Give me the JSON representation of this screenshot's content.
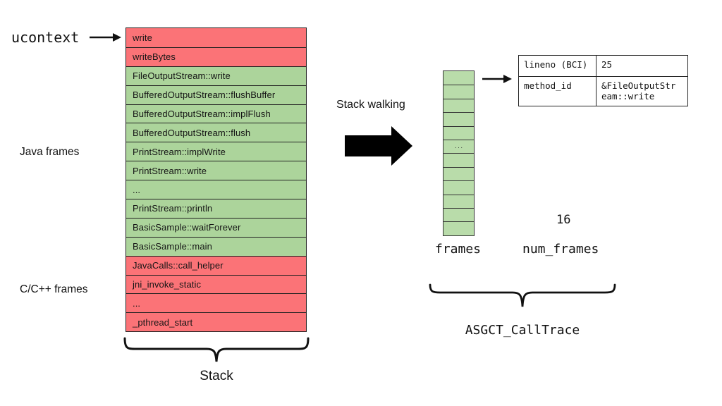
{
  "diagram": {
    "ucontext_label": "ucontext",
    "java_frames_label": "Java frames",
    "cpp_frames_label": "C/C++ frames",
    "stack_walking_label": "Stack walking",
    "stack_brace_label": "Stack",
    "stack_rows": [
      {
        "label": "write",
        "type": "native"
      },
      {
        "label": "writeBytes",
        "type": "native"
      },
      {
        "label": "FileOutputStream::write",
        "type": "java"
      },
      {
        "label": "BufferedOutputStream::flushBuffer",
        "type": "java"
      },
      {
        "label": "BufferedOutputStream::implFlush",
        "type": "java"
      },
      {
        "label": "BufferedOutputStream::flush",
        "type": "java"
      },
      {
        "label": "PrintStream::implWrite",
        "type": "java"
      },
      {
        "label": "PrintStream::write",
        "type": "java"
      },
      {
        "label": "...",
        "type": "java"
      },
      {
        "label": "PrintStream::println",
        "type": "java"
      },
      {
        "label": "BasicSample::waitForever",
        "type": "java"
      },
      {
        "label": "BasicSample::main",
        "type": "java"
      },
      {
        "label": "JavaCalls::call_helper",
        "type": "native"
      },
      {
        "label": "jni_invoke_static",
        "type": "native"
      },
      {
        "label": "...",
        "type": "native"
      },
      {
        "label": "_pthread_start",
        "type": "native"
      }
    ],
    "calltrace": {
      "frames_label": "frames",
      "num_frames_label": "num_frames",
      "num_frames_value": "16",
      "frames_cell_count": 12,
      "frames_ellipsis_index": 5,
      "frames_ellipsis_text": "...",
      "frame_detail": {
        "rows": [
          {
            "key": "lineno (BCI)",
            "value": "25"
          },
          {
            "key": "method_id",
            "value": "&FileOutputStr\neam::write"
          }
        ]
      },
      "brace_label": "ASGCT_CallTrace"
    },
    "colors": {
      "native_frame_fill": "#FB7377",
      "java_frame_fill": "#ACD49B",
      "frames_cell_fill": "#B9DCAA",
      "border": "#222222"
    }
  }
}
